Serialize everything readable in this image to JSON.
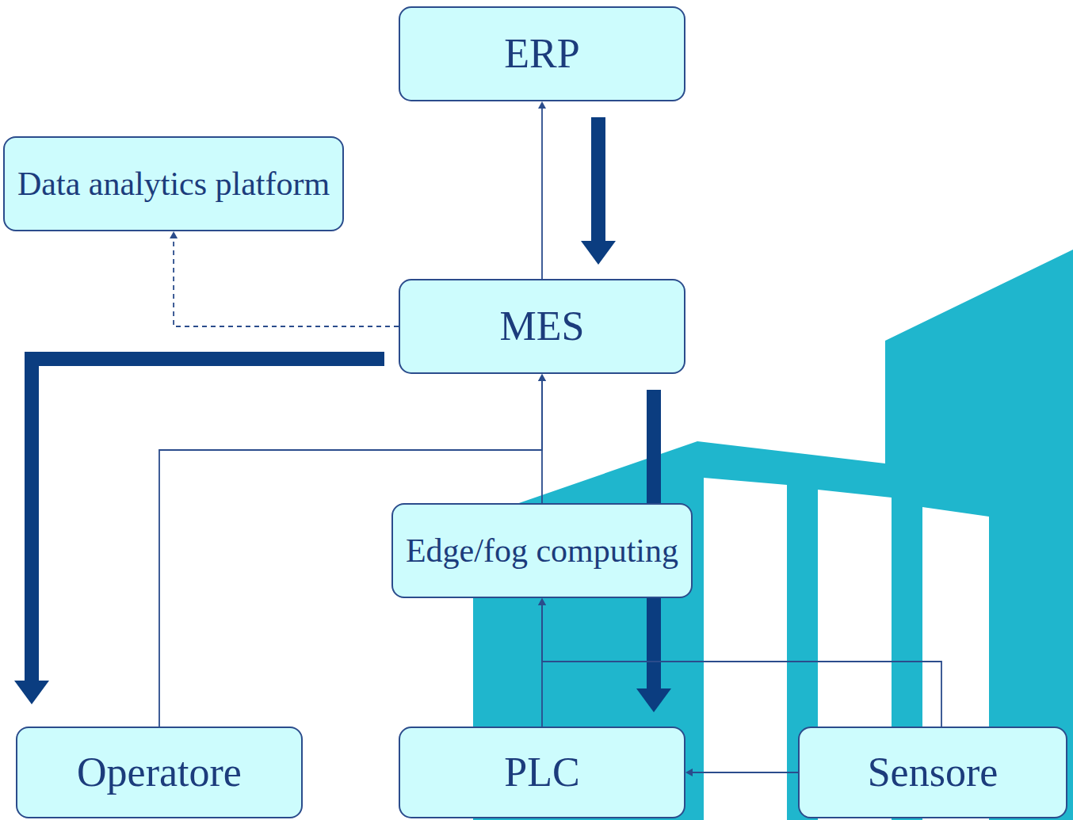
{
  "diagram": {
    "nodes": [
      {
        "text": [
          "ERP"
        ]
      },
      {
        "text": [
          "Data analytics platform"
        ]
      },
      {
        "text": [
          "MES"
        ]
      },
      {
        "text": [
          "Edge/fog computing"
        ]
      },
      {
        "text": [
          "Operatore"
        ]
      },
      {
        "text": [
          "PLC"
        ]
      },
      {
        "text": [
          "Sensore"
        ]
      }
    ],
    "edges": [
      {
        "from": 2,
        "to": 0,
        "arrow": "to"
      },
      {
        "from": 0,
        "to": 2,
        "arrow": "to"
      },
      {
        "from": 2,
        "to": 1,
        "arrow": "to"
      },
      {
        "from": 2,
        "to": 4,
        "arrow": "to"
      },
      {
        "from": 4,
        "to": 2,
        "arrow": "to"
      },
      {
        "from": 3,
        "to": 2,
        "arrow": "to"
      },
      {
        "from": 2,
        "to": 5,
        "arrow": "to"
      },
      {
        "from": 5,
        "to": 3,
        "arrow": "to"
      },
      {
        "from": 6,
        "to": 3,
        "arrow": "to"
      },
      {
        "from": 6,
        "to": 5,
        "arrow": "to"
      }
    ]
  }
}
